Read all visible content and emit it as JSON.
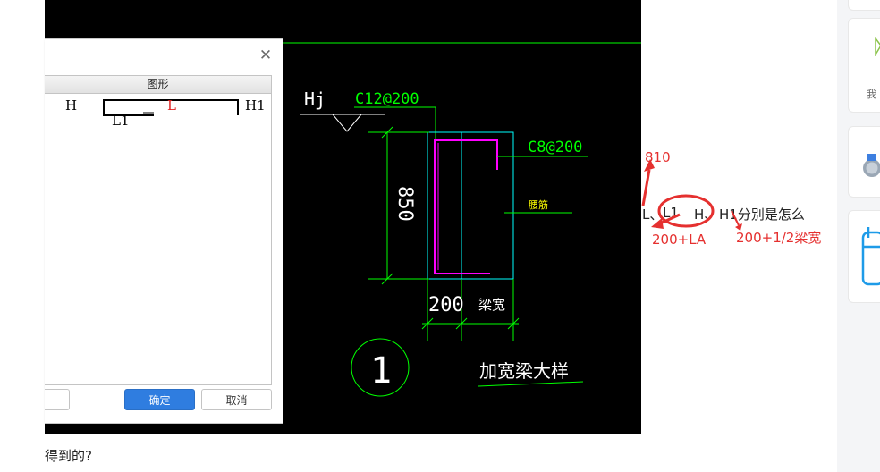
{
  "dialog": {
    "close_symbol": "✕",
    "shape_panel_header": "图形",
    "shape_labels": {
      "h": "H",
      "l": "L",
      "h1": "H1",
      "l1": "L1"
    },
    "ok_label": "确定",
    "cancel_label": "取消"
  },
  "cad": {
    "hj_label": "Hj",
    "top_rebar": "C12@200",
    "stirrup_label": "C8@200",
    "side_note": "腰筋",
    "height_dim": "850",
    "width_dim": "200",
    "width_label": "梁宽",
    "detail_number": "1",
    "detail_title": "加宽梁大样"
  },
  "question": {
    "line1_tail": "H1分别是怎么",
    "line2": "得到的?",
    "inline_l": "L、",
    "inline_l1": "L1",
    "inline_h": "H、"
  },
  "annotations": {
    "l_value": "810",
    "l1_value": "200+LA",
    "h1_value": "200+1/2梁宽"
  },
  "colors": {
    "cad_green": "#00ff00",
    "cad_cyan": "#00ffff",
    "cad_magenta": "#ff00ff",
    "annotation_red": "#e5302f",
    "primary_blue": "#2f7de0"
  }
}
